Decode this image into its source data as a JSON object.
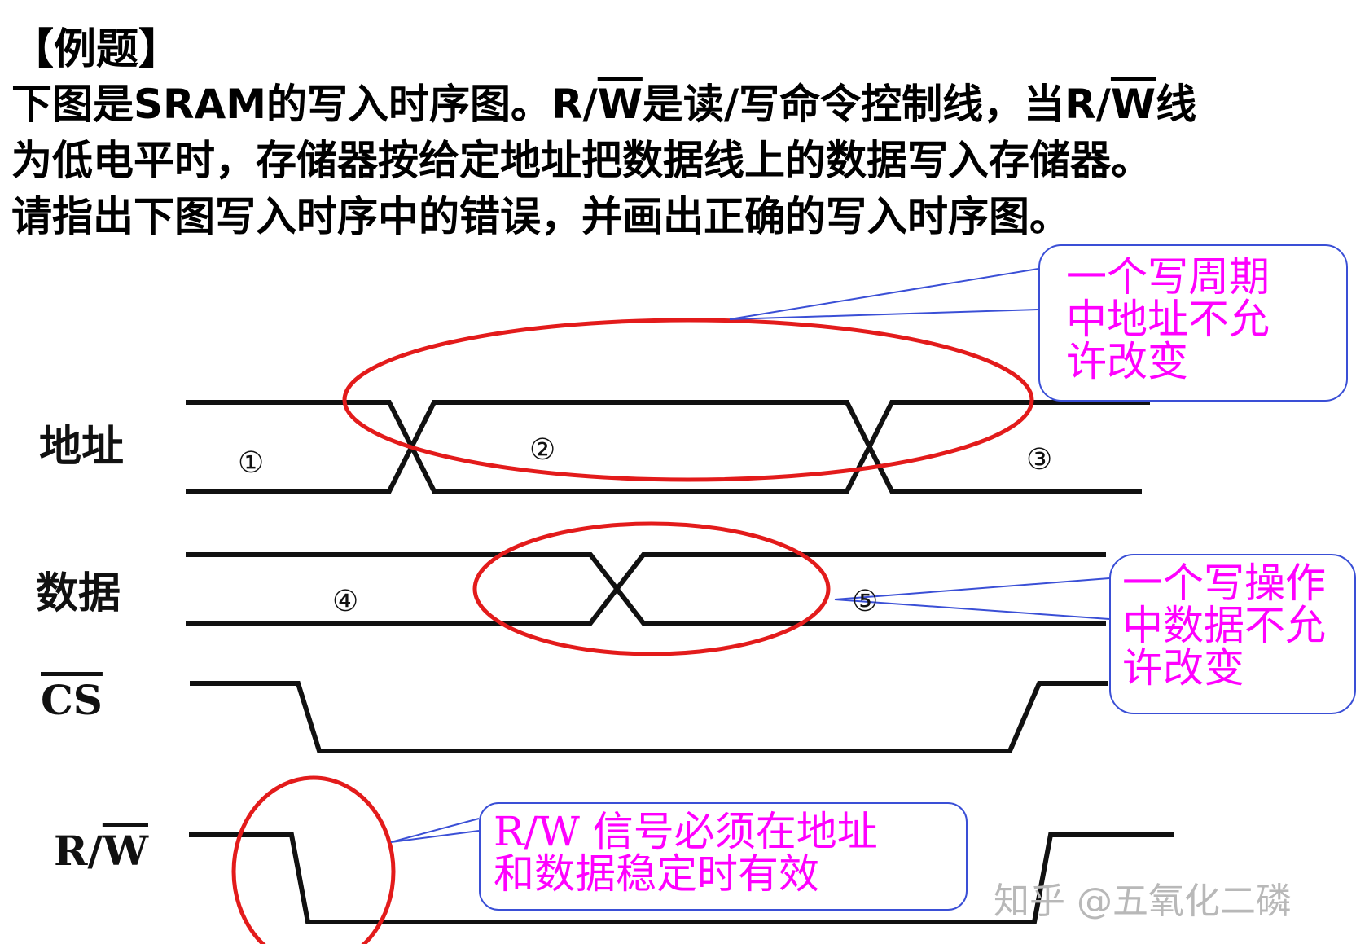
{
  "question": {
    "heading": "【例题】",
    "line2_a": "下图是SRAM的写入时序图。R/",
    "line2_w": "W",
    "line2_b": "是读/写命令控制线，当R/",
    "line2_w2": "W",
    "line2_c": "线",
    "line3": "为低电平时，存储器按给定地址把数据线上的数据写入存储器。",
    "line4": "请指出下图写入时序中的错误，并画出正确的写入时序图。"
  },
  "signals": {
    "address": "地址",
    "data": "数据",
    "cs": "CS",
    "rw_prefix": "R/",
    "rw_w": "W"
  },
  "markers": {
    "m1": "①",
    "m2": "②",
    "m3": "③",
    "m4": "④",
    "m5": "⑤"
  },
  "callouts": {
    "address": [
      "一个写周期",
      "中地址不允",
      "许改变"
    ],
    "data": [
      "一个写操作",
      "中数据不允",
      "许改变"
    ],
    "rw": [
      "R/W 信号必须在地址",
      "和数据稳定时有效"
    ]
  },
  "watermark": "知乎 @五氧化二磷",
  "colors": {
    "highlight": "#e31b1b",
    "callout_text": "#ff00ff",
    "callout_border": "#3a4fd6",
    "waveform": "#111111"
  }
}
